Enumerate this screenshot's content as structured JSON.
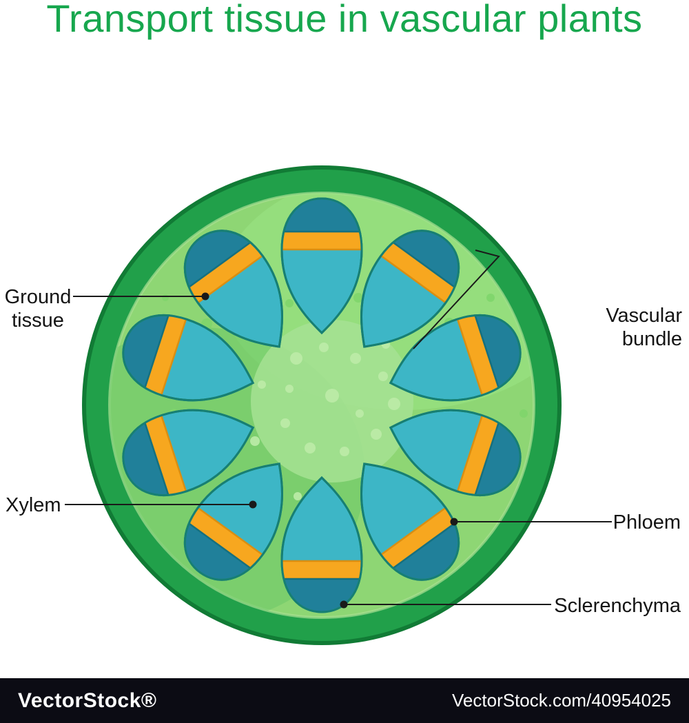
{
  "title": "Transport tissue in vascular plants",
  "labels": {
    "ground_tissue": {
      "line1": "Ground",
      "line2": "tissue"
    },
    "vascular_bundle": {
      "line1": "Vascular",
      "line2": "bundle"
    },
    "xylem": "Xylem",
    "phloem": "Phloem",
    "sclerenchyma": "Sclerenchyma"
  },
  "footer": {
    "brand": "VectorStock®",
    "credit": "VectorStock.com/40954025"
  },
  "colors": {
    "title_green": "#17a74e",
    "ring_green": "#21a04a",
    "ring_edge": "#117b35",
    "ground_tissue": "#8ed674",
    "sclerenchyma_cap": "#20809a",
    "phloem_orange": "#f7a71f",
    "xylem_cyan": "#3db6c6",
    "label_text": "#141414",
    "footer_bg": "#0c0c14"
  }
}
